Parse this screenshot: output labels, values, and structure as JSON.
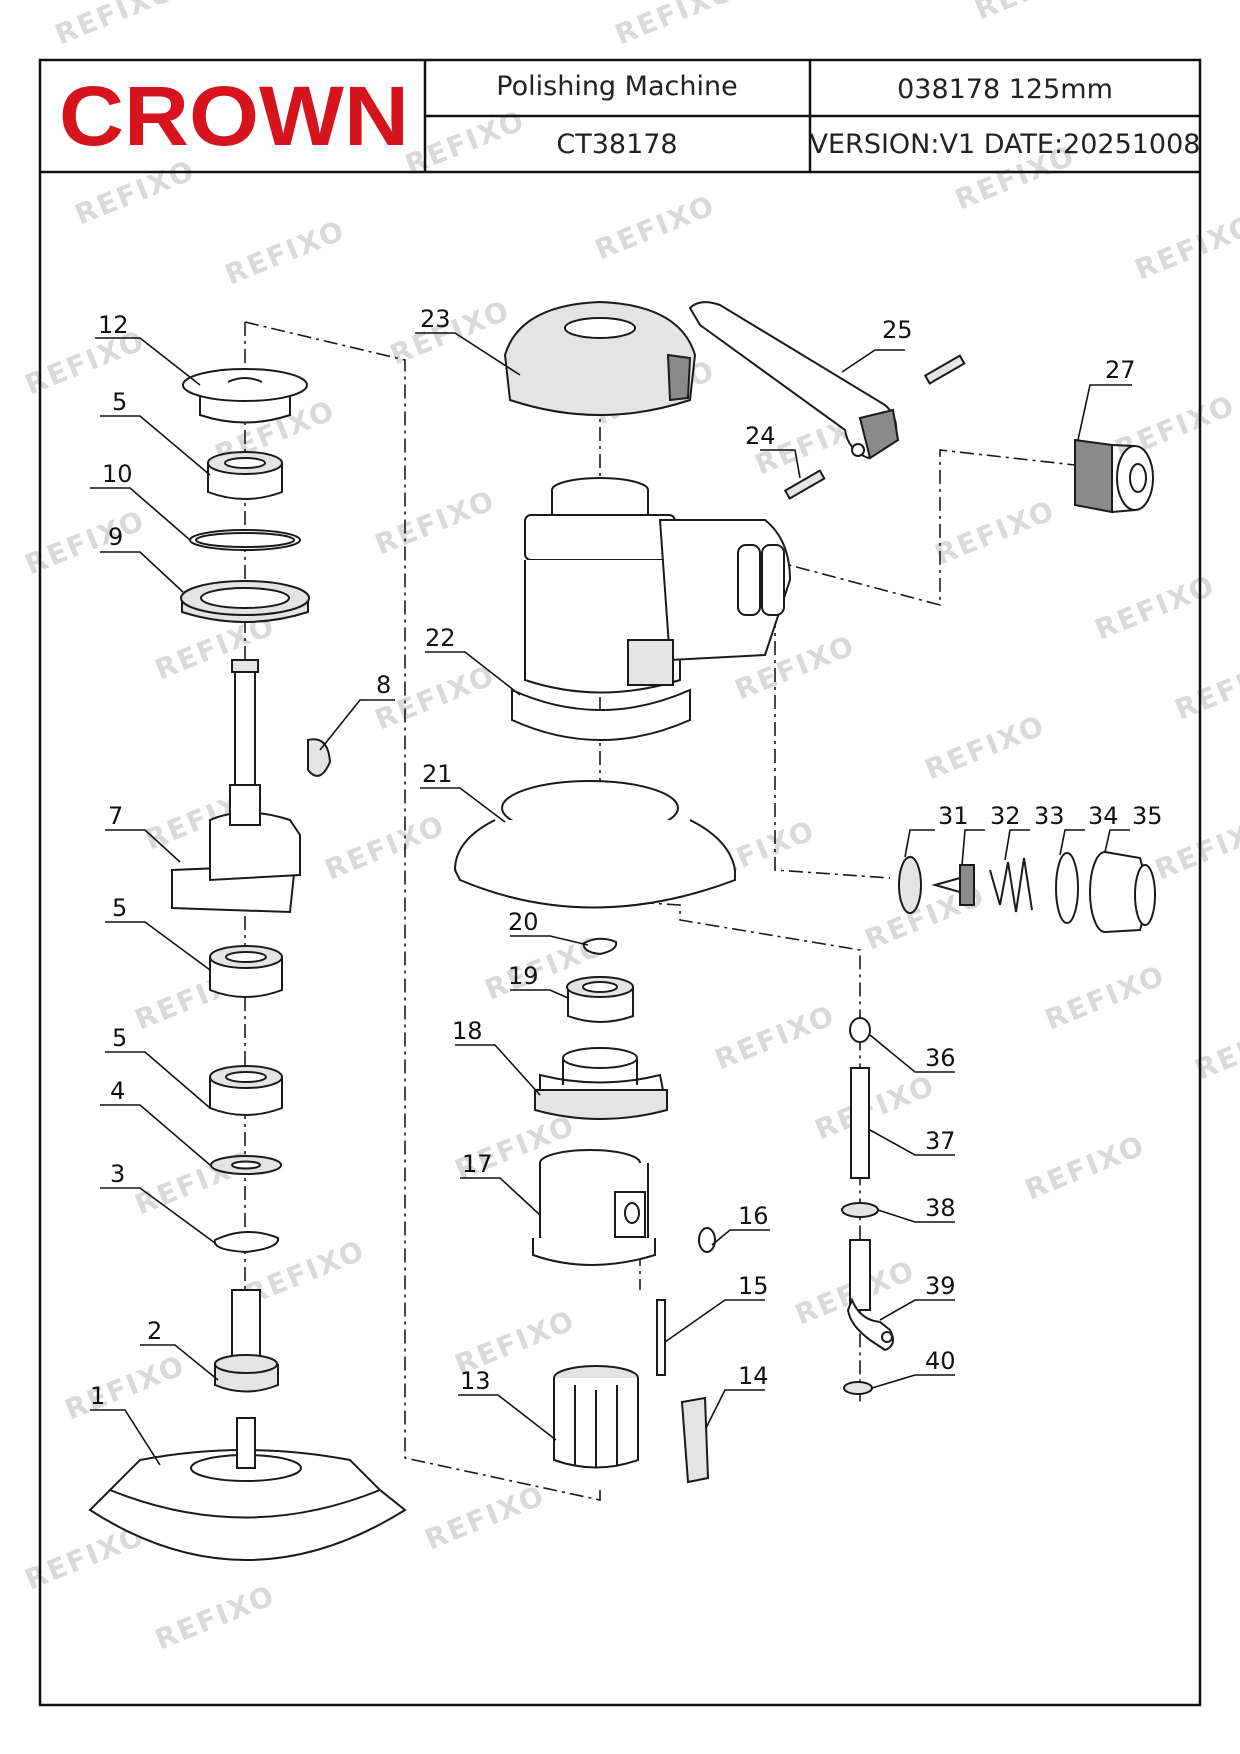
{
  "header": {
    "brand_logo": "CROWN",
    "product_name": "Polishing  Machine",
    "model_code": "038178  125mm",
    "catalog_number": "CT38178",
    "version_date": "VERSION:V1  DATE:20251008"
  },
  "watermark": "REFIXO",
  "callouts": [
    "12",
    "5",
    "10",
    "9",
    "8",
    "7",
    "5",
    "5",
    "4",
    "3",
    "2",
    "1",
    "23",
    "22",
    "21",
    "20",
    "19",
    "18",
    "17",
    "16",
    "15",
    "14",
    "13",
    "25",
    "24",
    "27",
    "31",
    "32",
    "33",
    "34",
    "35",
    "36",
    "37",
    "38",
    "39",
    "40"
  ],
  "colors": {
    "brand_red": "#d6141d",
    "line": "#1a1a1a",
    "frame": "#111111",
    "watermark": "#d9d9d9"
  }
}
